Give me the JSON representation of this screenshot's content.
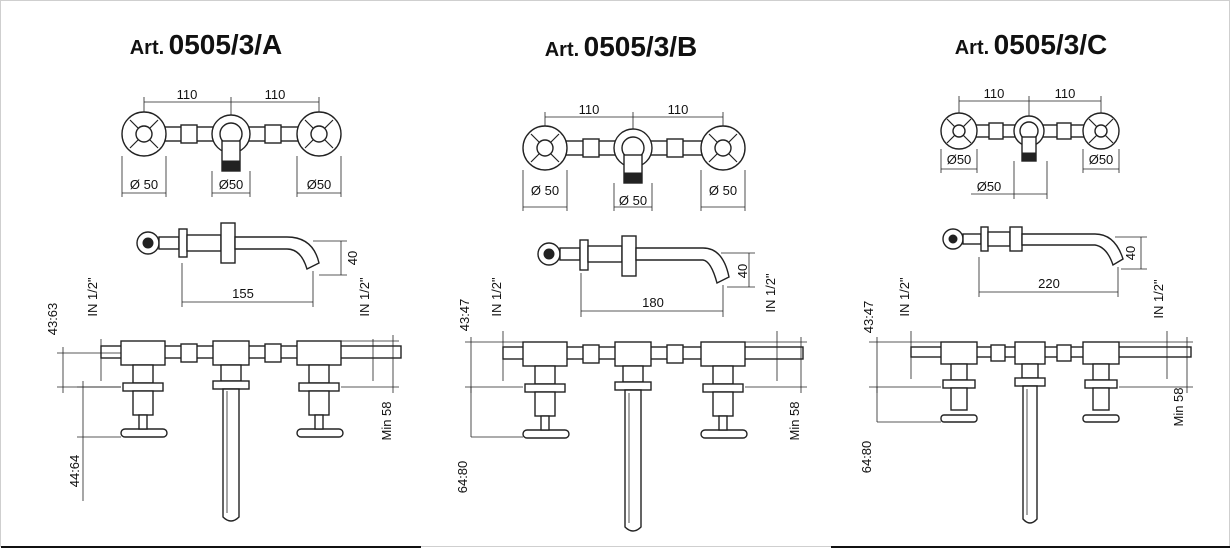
{
  "panels": [
    {
      "title_prefix": "Art.",
      "title_code": "0505/3/A",
      "dims": {
        "top_left": "110",
        "top_right": "110",
        "d_left": "Ø 50",
        "d_center": "Ø50",
        "d_right": "Ø50",
        "spout_length": "155",
        "spout_height": "40",
        "in_left": "IN 1/2\"",
        "in_right": "IN 1/2\"",
        "range_top": "43:63",
        "range_bottom": "44:64",
        "min": "Min 58"
      }
    },
    {
      "title_prefix": "Art.",
      "title_code": "0505/3/B",
      "dims": {
        "top_left": "110",
        "top_right": "110",
        "d_left": "Ø 50",
        "d_center": "Ø 50",
        "d_right": "Ø 50",
        "spout_length": "180",
        "spout_height": "40",
        "in_left": "IN 1/2\"",
        "in_right": "IN 1/2\"",
        "range_top": "43:47",
        "range_bottom": "64:80",
        "min": "Min 58"
      }
    },
    {
      "title_prefix": "Art.",
      "title_code": "0505/3/C",
      "dims": {
        "top_left": "110",
        "top_right": "110",
        "d_left": "Ø50",
        "d_center": "Ø50",
        "d_right": "Ø50",
        "spout_length": "220",
        "spout_height": "40",
        "in_left": "IN 1/2\"",
        "in_right": "IN 1/2\"",
        "range_top": "43:47",
        "range_bottom": "64:80",
        "min": "Min 58"
      }
    }
  ]
}
